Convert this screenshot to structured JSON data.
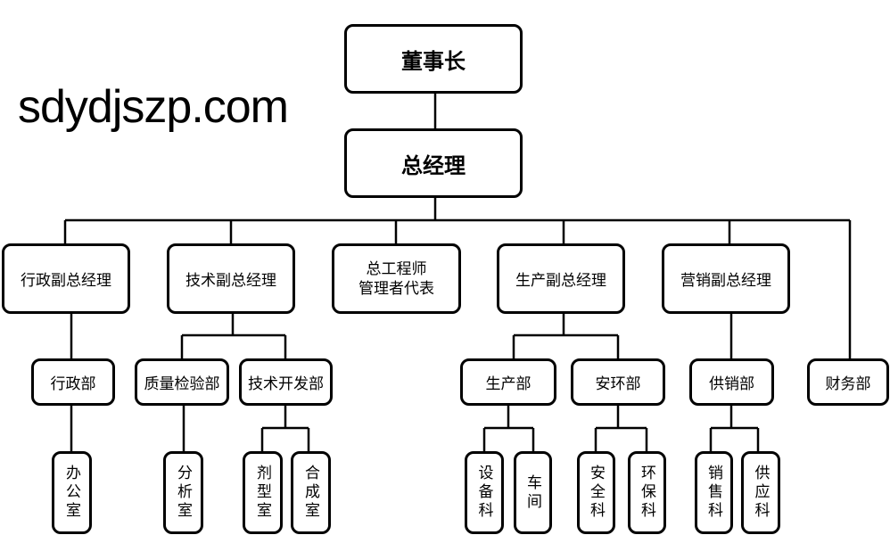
{
  "top": {
    "chairman": "董事长",
    "general_manager": "总经理"
  },
  "vps": [
    "行政副总经理",
    "技术副总经理",
    "总工程师\n管理者代表",
    "生产副总经理",
    "营销副总经理"
  ],
  "vp_chief_engineer": {
    "line1": "总工程师",
    "line2": "管理者代表"
  },
  "depts": [
    "行政部",
    "质量检验部",
    "技术开发部",
    "生产部",
    "安环部",
    "供销部",
    "财务部"
  ],
  "units": [
    "办公室",
    "分析室",
    "剂型室",
    "合成室",
    "设备科",
    "车间",
    "安全科",
    "环保科",
    "销售科",
    "供应科"
  ],
  "watermark": "sdydjszp.com"
}
